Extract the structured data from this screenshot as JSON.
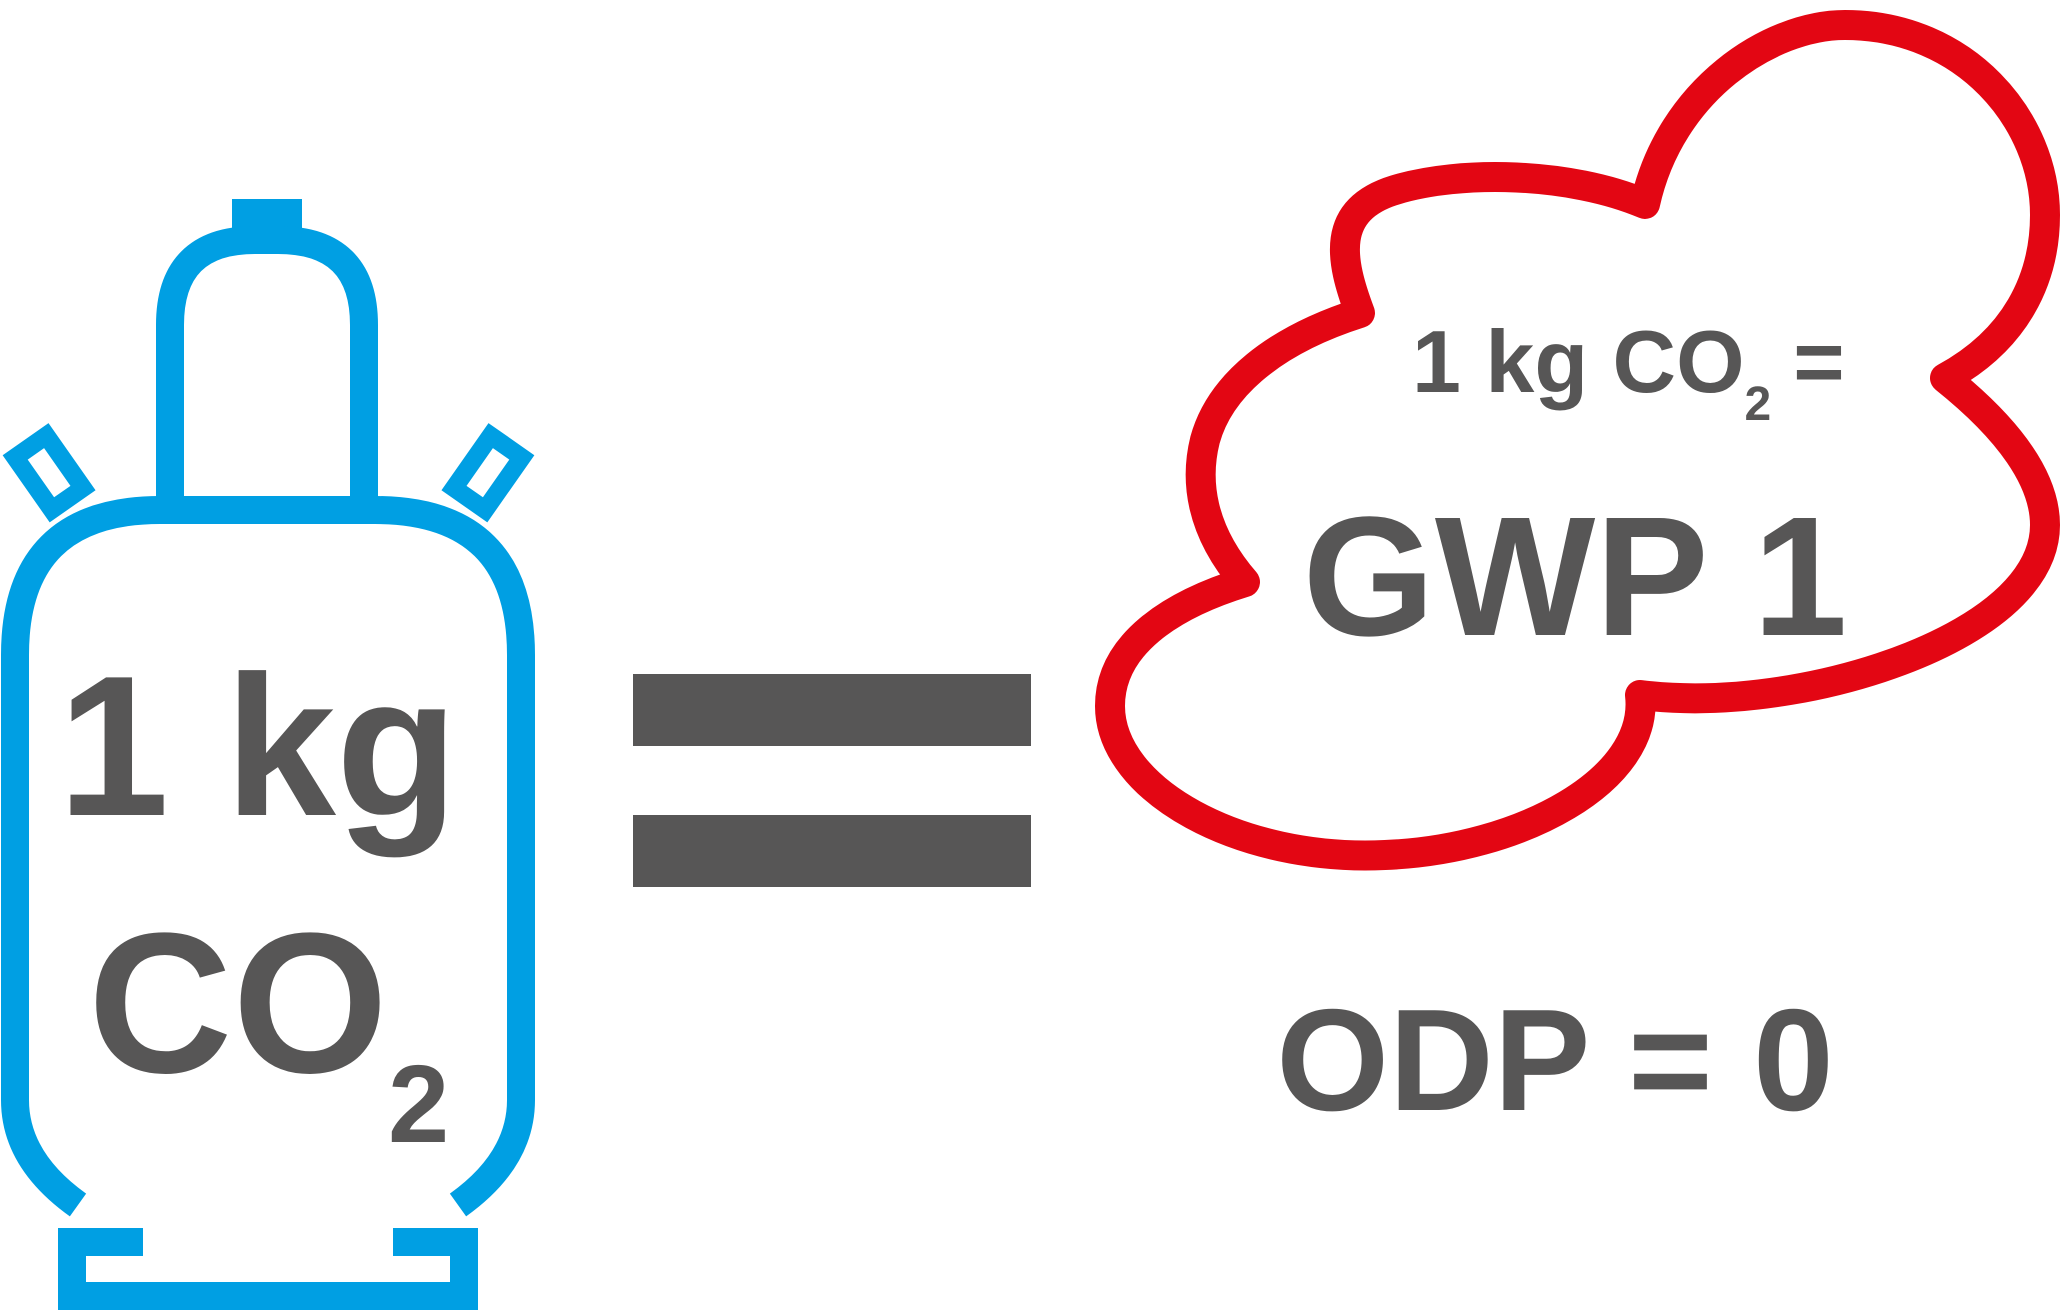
{
  "colors": {
    "cylinder": "#009fe3",
    "cloud": "#e30613",
    "text": "#575656",
    "background": "#ffffff"
  },
  "icons": {
    "cylinder": "gas-cylinder-icon",
    "cloud": "cloud-icon",
    "equals": "equals-sign-icon"
  },
  "cylinder": {
    "amount": "1 kg",
    "compound": "CO",
    "subscript": "2"
  },
  "cloud": {
    "statement": "1 kg CO",
    "statement_subscript": "2",
    "statement_equals": "=",
    "gwp": "GWP 1"
  },
  "odp": {
    "text": "ODP = 0"
  }
}
